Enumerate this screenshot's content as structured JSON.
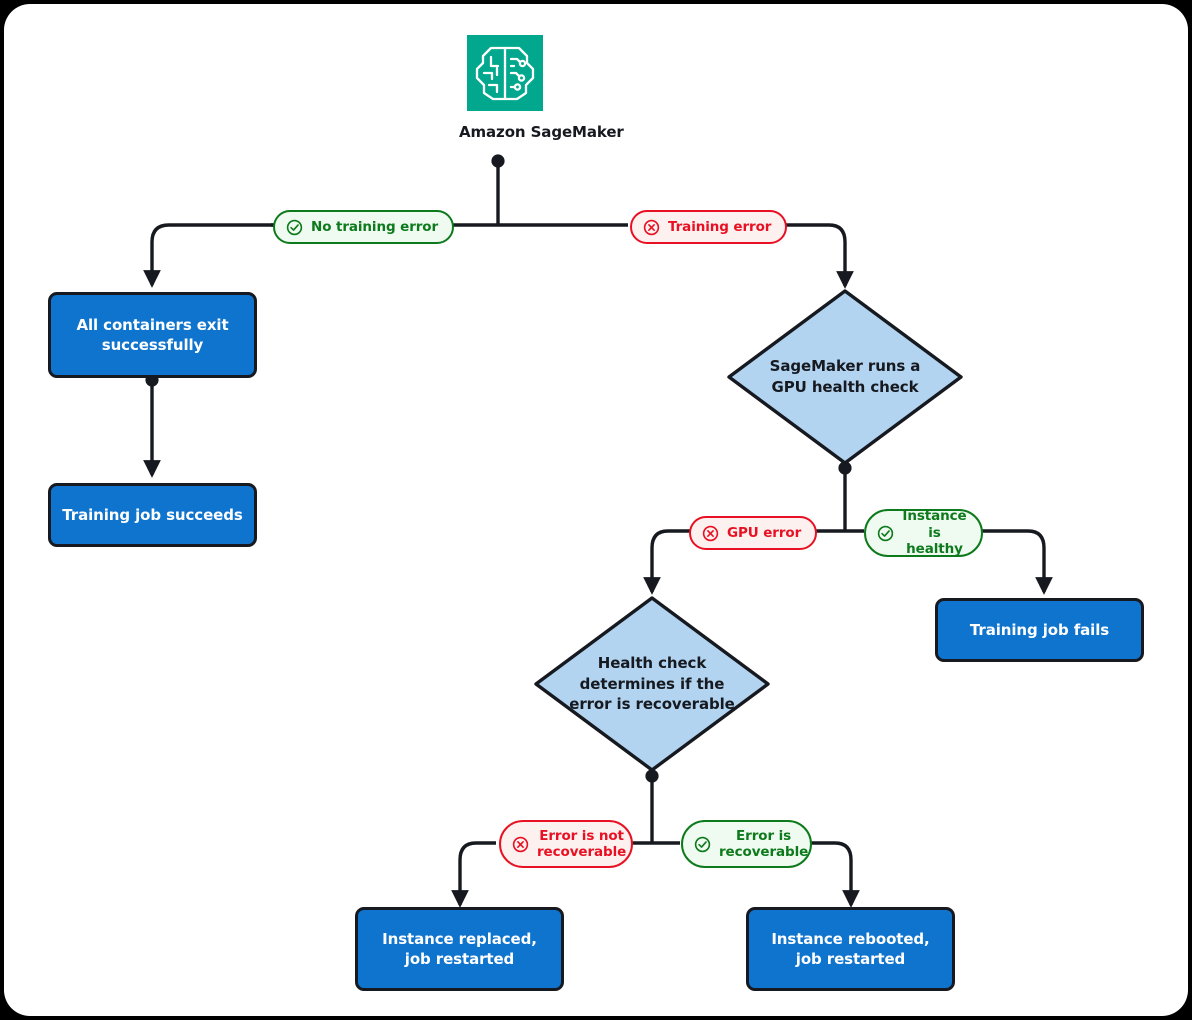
{
  "diagram": {
    "title": "Amazon SageMaker training job GPU health check flow",
    "background_color": "#000000",
    "canvas_color": "#ffffff",
    "colors": {
      "brand_teal": "#01a88d",
      "process_blue": "#0f74cd",
      "decision_blue": "#b3d4f0",
      "success_green": "#0d7a1c",
      "success_green_fill": "#effaf0",
      "error_red": "#e81123",
      "error_red_fill": "#fdf1f0",
      "stroke_dark": "#16191f",
      "text_light": "#ffffff"
    }
  },
  "root": {
    "icon_name": "amazon-sagemaker-icon",
    "label": "Amazon SageMaker"
  },
  "decisions": [
    {
      "id": "gpu-health-check",
      "label": "SageMaker runs a GPU health check"
    },
    {
      "id": "recoverable-check",
      "label": "Health check determines if the error is recoverable"
    }
  ],
  "processes": [
    {
      "id": "containers-exit",
      "label": "All containers exit successfully"
    },
    {
      "id": "job-succeeds",
      "label": "Training job succeeds"
    },
    {
      "id": "job-fails",
      "label": "Training job fails"
    },
    {
      "id": "instance-replaced",
      "label": "Instance replaced, job restarted"
    },
    {
      "id": "instance-rebooted",
      "label": "Instance rebooted, job restarted"
    }
  ],
  "edge_labels": [
    {
      "id": "no-training-error",
      "label": "No training error",
      "status": "ok",
      "icon_name": "check-circle-icon"
    },
    {
      "id": "training-error",
      "label": "Training error",
      "status": "error",
      "icon_name": "x-circle-icon"
    },
    {
      "id": "gpu-error",
      "label": "GPU error",
      "status": "error",
      "icon_name": "x-circle-icon"
    },
    {
      "id": "instance-healthy",
      "label": "Instance is healthy",
      "status": "ok",
      "icon_name": "check-circle-icon"
    },
    {
      "id": "error-not-recoverable",
      "label": "Error is not recoverable",
      "status": "error",
      "icon_name": "x-circle-icon"
    },
    {
      "id": "error-recoverable",
      "label": "Error is recoverable",
      "status": "ok",
      "icon_name": "check-circle-icon"
    }
  ]
}
